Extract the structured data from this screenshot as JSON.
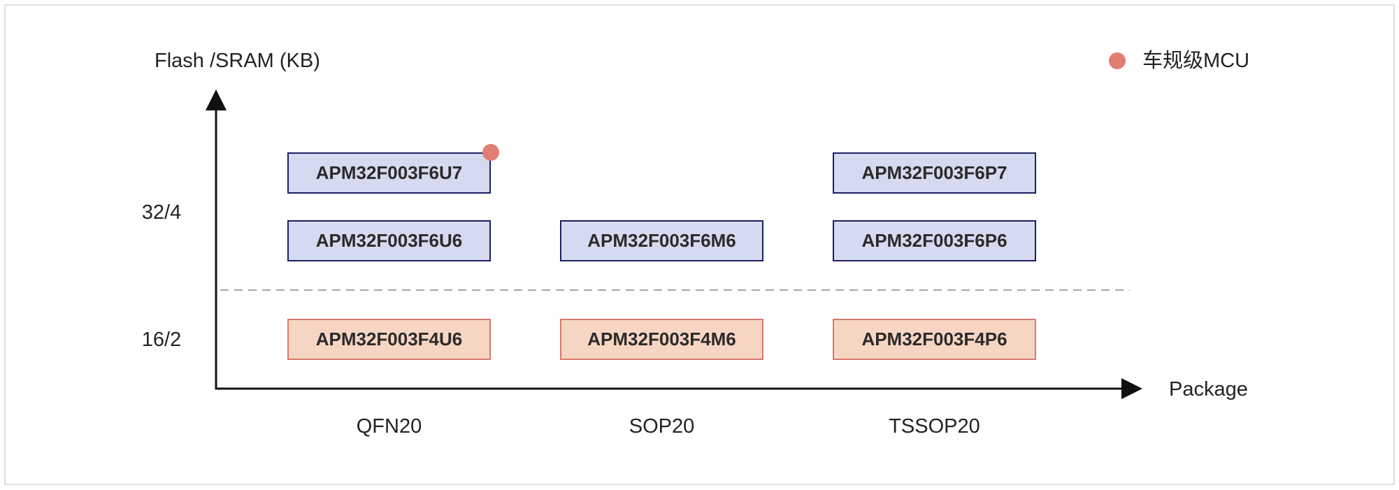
{
  "axes": {
    "y_label": "Flash /SRAM (KB)",
    "x_label": "Package",
    "y_ticks": [
      "32/4",
      "16/2"
    ],
    "x_categories": [
      "QFN20",
      "SOP20",
      "TSSOP20"
    ]
  },
  "legend": {
    "label": "车规级MCU",
    "color": "#e07e73"
  },
  "tiers": {
    "32/4": {
      "fill": "#d6daf0",
      "border": "#1c2060"
    },
    "16/2": {
      "fill": "#f7d5c3",
      "border": "#d9796b"
    }
  },
  "products": [
    {
      "name": "APM32F003F6U7",
      "package": "QFN20",
      "memory": "32/4",
      "automotive": true
    },
    {
      "name": "APM32F003F6U6",
      "package": "QFN20",
      "memory": "32/4",
      "automotive": false
    },
    {
      "name": "APM32F003F4U6",
      "package": "QFN20",
      "memory": "16/2",
      "automotive": false
    },
    {
      "name": "APM32F003F6M6",
      "package": "SOP20",
      "memory": "32/4",
      "automotive": false
    },
    {
      "name": "APM32F003F4M6",
      "package": "SOP20",
      "memory": "16/2",
      "automotive": false
    },
    {
      "name": "APM32F003F6P7",
      "package": "TSSOP20",
      "memory": "32/4",
      "automotive": false
    },
    {
      "name": "APM32F003F6P6",
      "package": "TSSOP20",
      "memory": "32/4",
      "automotive": false
    },
    {
      "name": "APM32F003F4P6",
      "package": "TSSOP20",
      "memory": "16/2",
      "automotive": false
    }
  ]
}
